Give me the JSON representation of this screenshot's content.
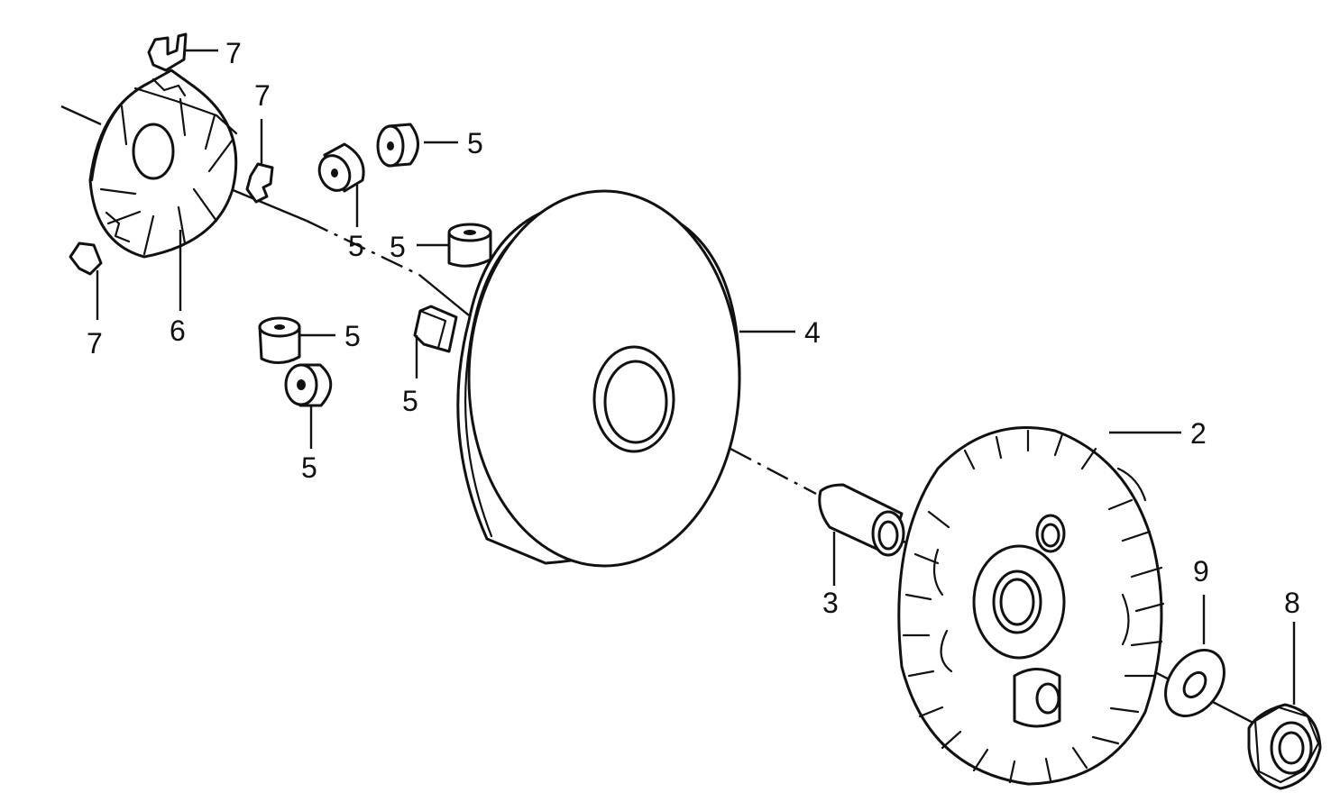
{
  "diagram": {
    "callouts": {
      "c2": "2",
      "c3": "3",
      "c4": "4",
      "c5": "5",
      "c6": "6",
      "c7": "7",
      "c8": "8",
      "c9": "9"
    },
    "line_color": "#111111",
    "background": "#ffffff"
  }
}
